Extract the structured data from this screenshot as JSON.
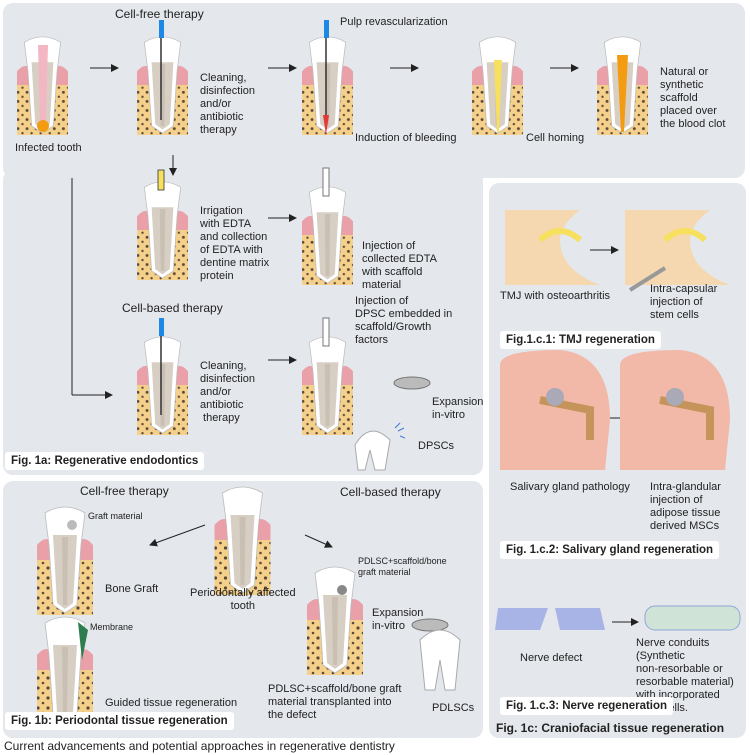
{
  "fig1a": {
    "title": "Fig. 1a: Regenerative endodontics",
    "infected_tooth": "Infected tooth",
    "cell_free_therapy": "Cell-free therapy",
    "cleaning1": "Cleaning,\ndisinfection\nand/or\nantibiotic\ntherapy",
    "pulp_revascularization": "Pulp revascularization",
    "induction_of_bleeding": "Induction of bleeding",
    "cell_homing": "Cell homing",
    "scaffold_over_clot": "Natural or\nsynthetic\nscaffold\nplaced over\nthe blood clot",
    "irrigation_edta": "Irrigation\nwith EDTA\nand collection\nof EDTA with\ndentine matrix\nprotein",
    "injection_edta": "Injection of\ncollected EDTA\nwith scaffold\nmaterial",
    "cell_based_therapy": "Cell-based  therapy",
    "cleaning2": "Cleaning,\ndisinfection\nand/or\nantibiotic\n therapy",
    "injection_dpsc": "Injection of\nDPSC embedded in\nscaffold/Growth\nfactors",
    "expansion": "Expansion\nin-vitro",
    "dpscs": "DPSCs"
  },
  "fig1b": {
    "title": "Fig. 1b: Periodontal tissue regeneration",
    "cell_free_therapy": "Cell-free therapy",
    "cell_based_therapy": "Cell-based  therapy",
    "graft_material": "Graft material",
    "bone_graft": "Bone Graft",
    "membrane": "Membrane",
    "guided_tissue": "Guided tissue regeneration",
    "periodontally_affected": "Periodontally affected\ntooth",
    "pdlsc_scaffold": "PDLSC+scaffold/bone\ngraft material",
    "expansion": "Expansion\nin-vitro",
    "transplanted": "PDLSC+scaffold/bone graft\nmaterial transplanted into\nthe defect",
    "pdlscs": "PDLSCs"
  },
  "fig1c": {
    "title": "Fig. 1c: Craniofacial tissue regeneration",
    "tmj_osteo": "TMJ with osteoarthritis",
    "tmj_injection": "Intra-capsular\ninjection of\nstem cells",
    "tmj_title": "Fig.1.c.1: TMJ regeneration",
    "salivary_pathology": "Salivary gland pathology",
    "salivary_injection": "Intra-glandular\ninjection of\nadipose tissue\nderived MSCs",
    "salivary_title": "Fig. 1.c.2: Salivary gland regeneration",
    "nerve_defect": "Nerve defect",
    "nerve_conduits": "Nerve conduits\n(Synthetic\nnon-resorbable or\nresorbable material)\nwith incorporated\nstem cells.",
    "nerve_title": "Fig. 1.c.3: Nerve regeneration"
  },
  "caption": "Current advancements and potential approaches in regenerative dentistry",
  "colors": {
    "panel": "#e4e7ec",
    "bone": "#f4d08a",
    "gum": "#e9a0a8",
    "enamel": "#ffffff",
    "dentin": "#d8cfc4",
    "pulp": "#f3b6c3",
    "needle_blue": "#1e88e5",
    "blood": "#e53935",
    "yellow": "#f6e05e",
    "orange": "#f39c12"
  }
}
